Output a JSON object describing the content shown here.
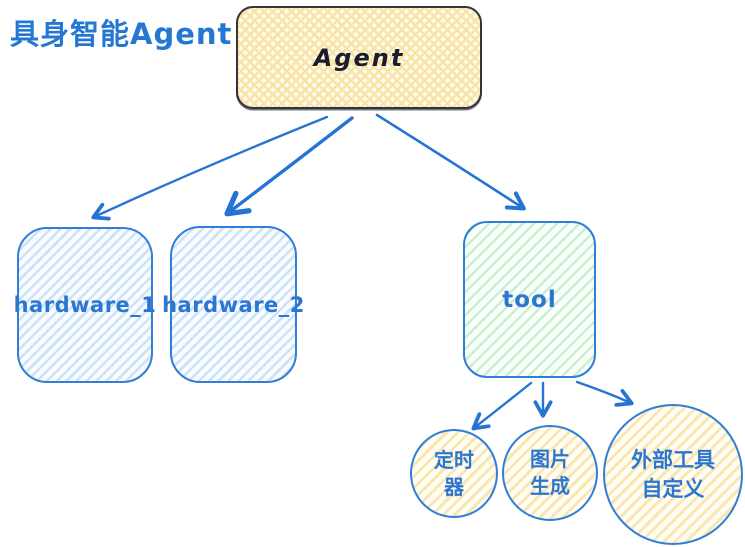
{
  "title": "具身智能Agent",
  "nodes": {
    "agent": {
      "label": "Agent"
    },
    "hardware_1": {
      "label": "hardware_1"
    },
    "hardware_2": {
      "label": "hardware_2"
    },
    "tool": {
      "label": "tool"
    },
    "timer": {
      "line1": "定时",
      "line2": "器"
    },
    "image_gen": {
      "line1": "图片",
      "line2": "生成"
    },
    "external_tool": {
      "line1": "外部工具",
      "line2": "自定义"
    }
  },
  "edges": [
    {
      "from": "Agent",
      "to": "hardware_1"
    },
    {
      "from": "Agent",
      "to": "hardware_2"
    },
    {
      "from": "Agent",
      "to": "tool"
    },
    {
      "from": "tool",
      "to": "定时器"
    },
    {
      "from": "tool",
      "to": "图片生成"
    },
    {
      "from": "tool",
      "to": "外部工具自定义"
    }
  ],
  "colors": {
    "accent_blue": "#2577d4",
    "arrow_blue": "#2574d4",
    "agent_fill_hatch": "#f8e4a6",
    "agent_border": "#33323e",
    "blue_hatch": "#cde2f7",
    "green_hatch": "#c9eed0",
    "yellow_hatch": "#fae6b0",
    "node_border_blue": "#2f7ed7",
    "node_text_blue": "#2b76d2",
    "agent_text": "#1c1c2e"
  }
}
